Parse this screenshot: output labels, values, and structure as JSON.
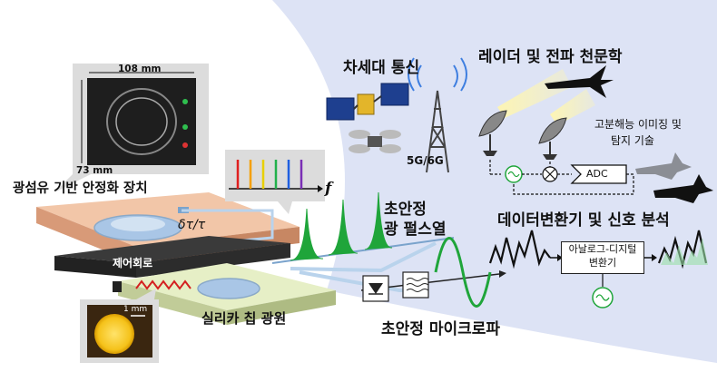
{
  "labels": {
    "next_gen_comm": "차세대 통신",
    "five_g": "5G/6G",
    "radar_astronomy": "레이더 및 전파 천문학",
    "imaging": "고분해능 이미징 및",
    "imaging2": "탐지 기술",
    "data_converter": "데이터변환기 및 신호 분석",
    "adc": "ADC",
    "analog_digital1": "아날로그-디지털",
    "analog_digital2": "변환기",
    "fiber_stabilizer": "광섬유 기반 안정화 장치",
    "delay": "δτ/τ",
    "control_circuit": "제어회로",
    "silica_chip": "실리카 칩 광원",
    "ultra_pulse1": "초안정",
    "ultra_pulse2": "광 펄스열",
    "ultra_microwave": "초안정 마이크로파",
    "width_108": "108 mm",
    "height_73": "73 mm",
    "scale_1mm": "1 mm",
    "freq_axis": "f"
  },
  "colors": {
    "sector_bg": "#dde3f5",
    "stabilizer_top": "#f2c6a8",
    "chip_top": "#e6efc6",
    "pulse_green": "#1fa53a",
    "spectral_lines": [
      "#e02020",
      "#f5a000",
      "#e8d000",
      "#22b14c",
      "#1f5fe0",
      "#7a2fb5"
    ]
  },
  "icons": [
    "satellite-icon",
    "drone-icon",
    "cell-tower-icon",
    "airplane-icon",
    "radar-dish-icon",
    "photodiode-icon",
    "filter-icon",
    "oscillator-icon",
    "mixer-icon"
  ]
}
